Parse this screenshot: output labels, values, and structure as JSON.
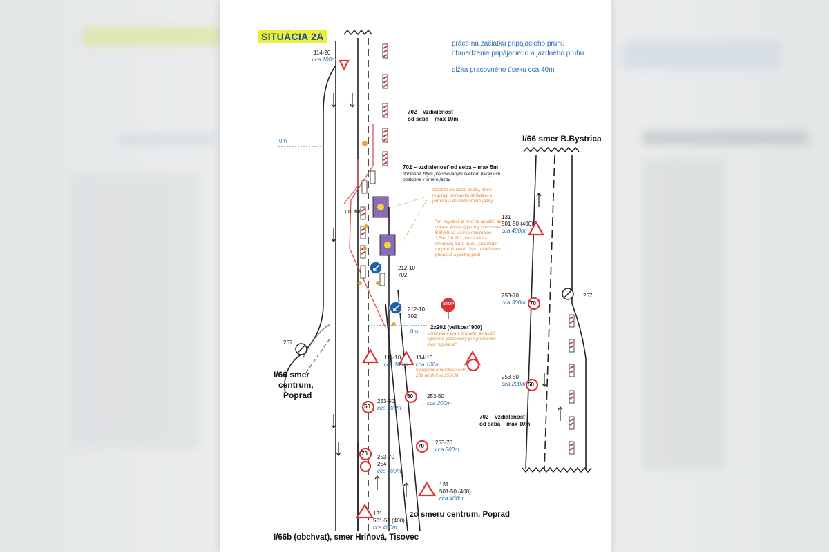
{
  "header": {
    "title": "SITUÁCIA 2A",
    "notes": [
      "práce na začiatku pripájacieho pruhu",
      "obmedzenie pripájacieho a jazdného pruhu",
      "dĺžka pracovného úseku cca 40m"
    ]
  },
  "labels": {
    "right_road": "I/66 smer B.Bystrica",
    "left_road_line1": "I/66 smer",
    "left_road_line2": "centrum,",
    "left_road_line3": "Poprad",
    "bottom_center": "zo smeru centrum, Poprad",
    "bottom_left": "I/66b (obchvat), smer Hriňová, Tisovec",
    "zero_m_top": "0m",
    "zero_m_mid": "0m",
    "min4m": "min 4m"
  },
  "annotations": {
    "a702_top": "702 – vzdialenosť",
    "a702_top_b": "od seba – max 10m",
    "a702_mid": "702 – vzdialenosť od seba – max 5m",
    "a702_mid_note": "doplnené žltým prerušovaným svetlom blikajúcim postupne v smere jazdy",
    "orange_note1": "náležite poučené osoby, ktoré regulujú premávku striedavo v jednom a druhom smere jazdy",
    "orange_note2": "\"pri regulácii je možné upustiť, ak ostane voľný aj jazdný pruh smer B.Bystrica v šírke minimálne 3,5m. Do 702, ktoré sú na stredovej čiare budú „skahnuté\" na prerušovanú čiaru oddeľujúcu pripájací a jazdný pruh",
    "s212_a": "212-10",
    "s212_a_b": "702",
    "s212_b": "212-10",
    "s212_b_b": "702",
    "s2x202": "2x202 (veľkosť 900)",
    "s2x202_note": "umiestené iba v prípade, ak budú splnené podmienky pre premávku bez regulácie\"",
    "s114_top": "114-20",
    "s114_top_d": "cca 100m",
    "s114_a": "114-10",
    "s114_a_d": "cca 100m",
    "s114_b": "114-10",
    "s114_b_d": "cca 100m",
    "s114_b_note": "v prípade umiestnenia do 202 doplniť aj 253-30",
    "s253_50a": "253-50",
    "s253_50a_d": "cca 200m",
    "s253_50b": "253-50",
    "s253_50b_d": "cca 200m",
    "s253_70a": "253-70",
    "s253_70a_b": "254",
    "s253_70a_d": "cca 300m",
    "s253_70b": "253-70",
    "s253_70b_d": "cca 300m",
    "s131a": "131",
    "s131a_b": "501-50 (400)",
    "s131a_d": "cca 400m",
    "s131b": "131",
    "s131b_b": "501-50 (400)",
    "s131b_d": "cca 400m",
    "r131": "131",
    "r131_b": "501-50 (400)",
    "r131_d": "cca 400m",
    "r253_70": "253-70",
    "r253_70_d": "cca 300m",
    "r253_50": "253-50",
    "r253_50_d": "cca 200m",
    "r267": "267",
    "l267": "267",
    "r702": "702 – vzdialenosť",
    "r702_b": "od seba – max 10m"
  },
  "sign_texts": {
    "speed50": "50",
    "speed70": "70",
    "stop": "STOP"
  },
  "colors": {
    "title_bg": "#ecef3a",
    "title_fg": "#1a4f9a",
    "note_blue": "#2a6fb0",
    "orange": "#e08a3a",
    "sign_red": "#d33",
    "barrier_red": "#c0392b",
    "vehicle_purple": "#8a6bb8"
  }
}
